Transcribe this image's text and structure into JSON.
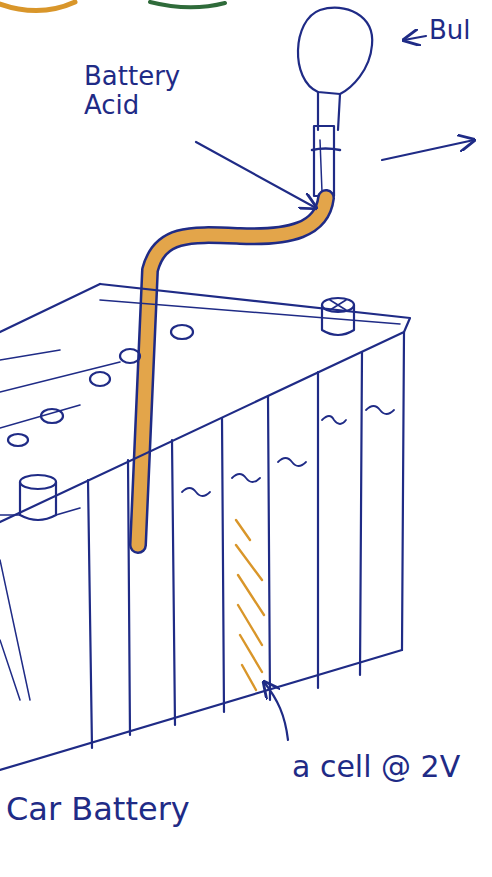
{
  "diagram": {
    "labels": [
      "Bul",
      "Battery Acid",
      "Car Battery",
      "a cell @ 2V"
    ]
  }
}
